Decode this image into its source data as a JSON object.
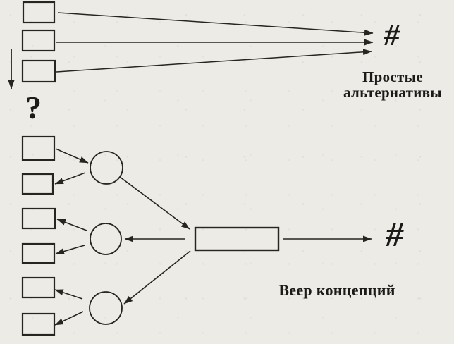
{
  "colors": {
    "paper": "#edebe6",
    "ink": "#262522"
  },
  "top_diagram": {
    "name": "simple-alternatives",
    "hash_symbol": "#",
    "question_mark": "?",
    "label_line1": "Простые",
    "label_line2": "альтернативы"
  },
  "bottom_diagram": {
    "name": "concept-fan",
    "hash_symbol": "#",
    "label": "Веер концепций"
  }
}
